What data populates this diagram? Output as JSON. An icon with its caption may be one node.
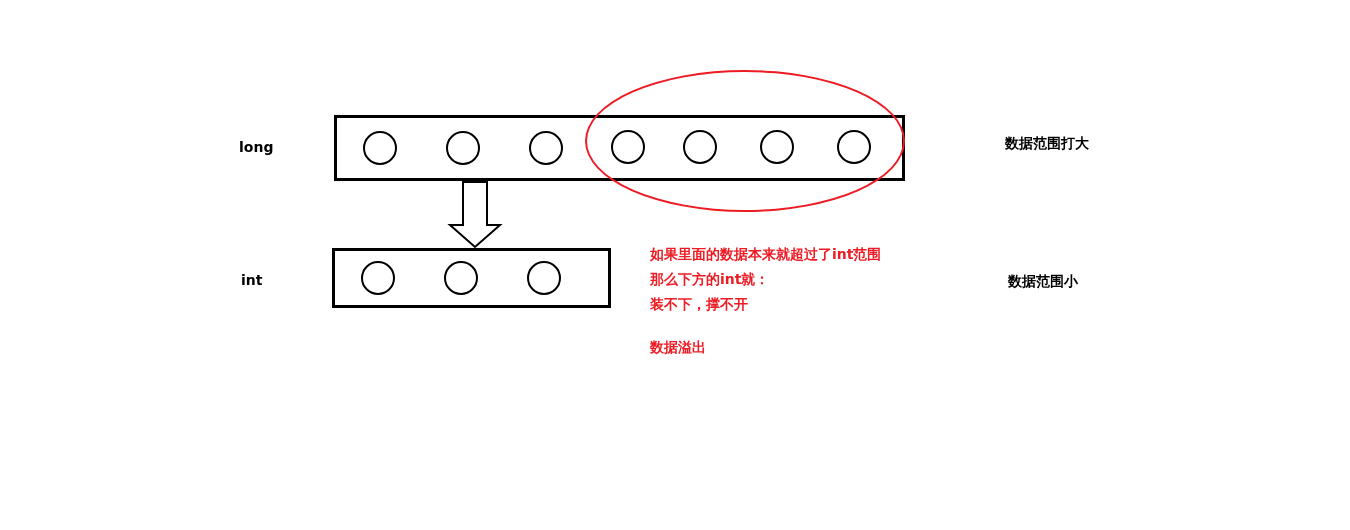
{
  "diagram": {
    "nodes": [
      {
        "text": [],
        "shape": "box"
      },
      {
        "text": [],
        "shape": "circle",
        "in": 0
      },
      {
        "text": [],
        "shape": "circle",
        "in": 0
      },
      {
        "text": [],
        "shape": "circle",
        "in": 0
      },
      {
        "text": [],
        "shape": "circle"
      },
      {
        "text": [],
        "shape": "circle"
      },
      {
        "text": [],
        "shape": "circle"
      },
      {
        "text": [],
        "shape": "circle"
      },
      {
        "text": [],
        "shape": "box"
      },
      {
        "text": [],
        "shape": "circle",
        "in": 8
      },
      {
        "text": [],
        "shape": "circle",
        "in": 8
      },
      {
        "text": [],
        "shape": "circle",
        "in": 8
      },
      {
        "text": [],
        "shape": "ellipse"
      }
    ],
    "edges": [
      {
        "from": 0,
        "to": 8,
        "arrow": "to"
      }
    ],
    "labels": [
      "long",
      "数据范围打大",
      "如果里面的数据本来就超过了int范围",
      "int",
      "那么下方的int就：",
      "数据范围小",
      "装不下，撑不开",
      "数据溢出"
    ]
  }
}
